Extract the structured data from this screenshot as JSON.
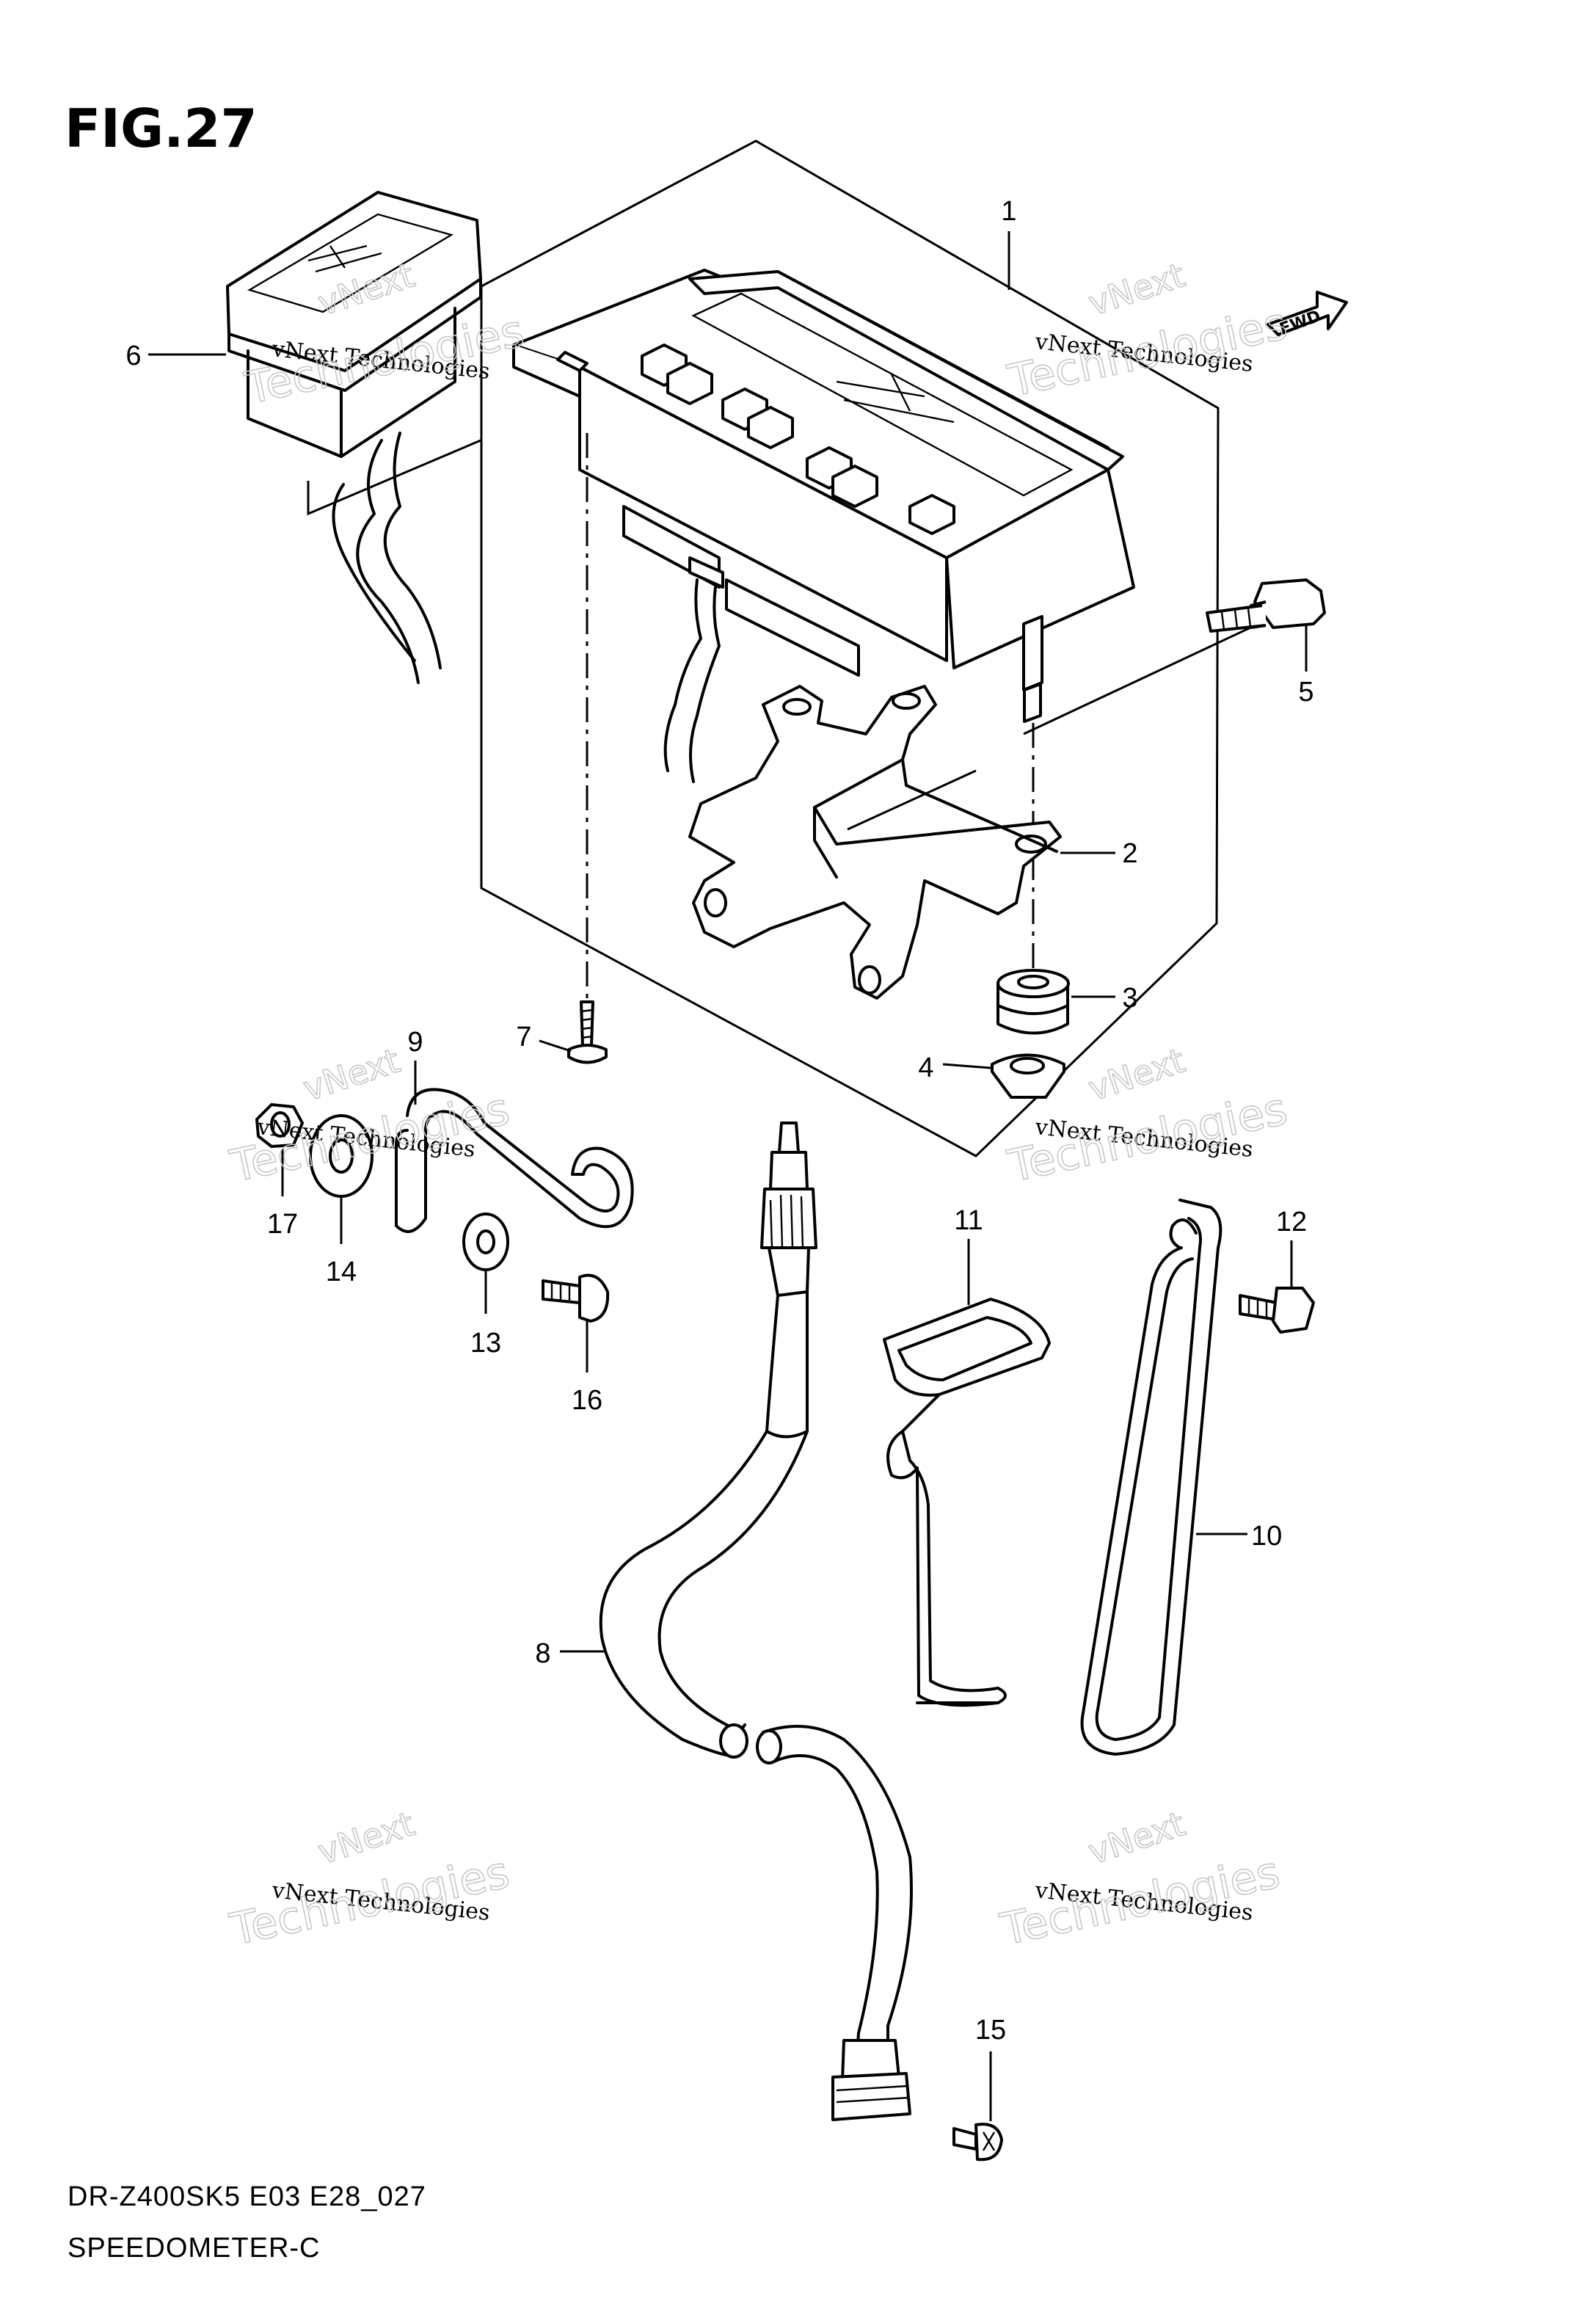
{
  "figure": {
    "title": "FIG.27"
  },
  "footer": {
    "model_code": "DR-Z400SK5 E03 E28_027",
    "diagram_name": "SPEEDOMETER-C"
  },
  "arrow": {
    "label": "FWD"
  },
  "watermark": {
    "line1": "vNext",
    "line2": "vNext Technologies",
    "line3": "Technologies"
  },
  "callouts": [
    "1",
    "2",
    "3",
    "4",
    "5",
    "6",
    "7",
    "8",
    "9",
    "10",
    "11",
    "12",
    "13",
    "14",
    "15",
    "16",
    "17"
  ]
}
